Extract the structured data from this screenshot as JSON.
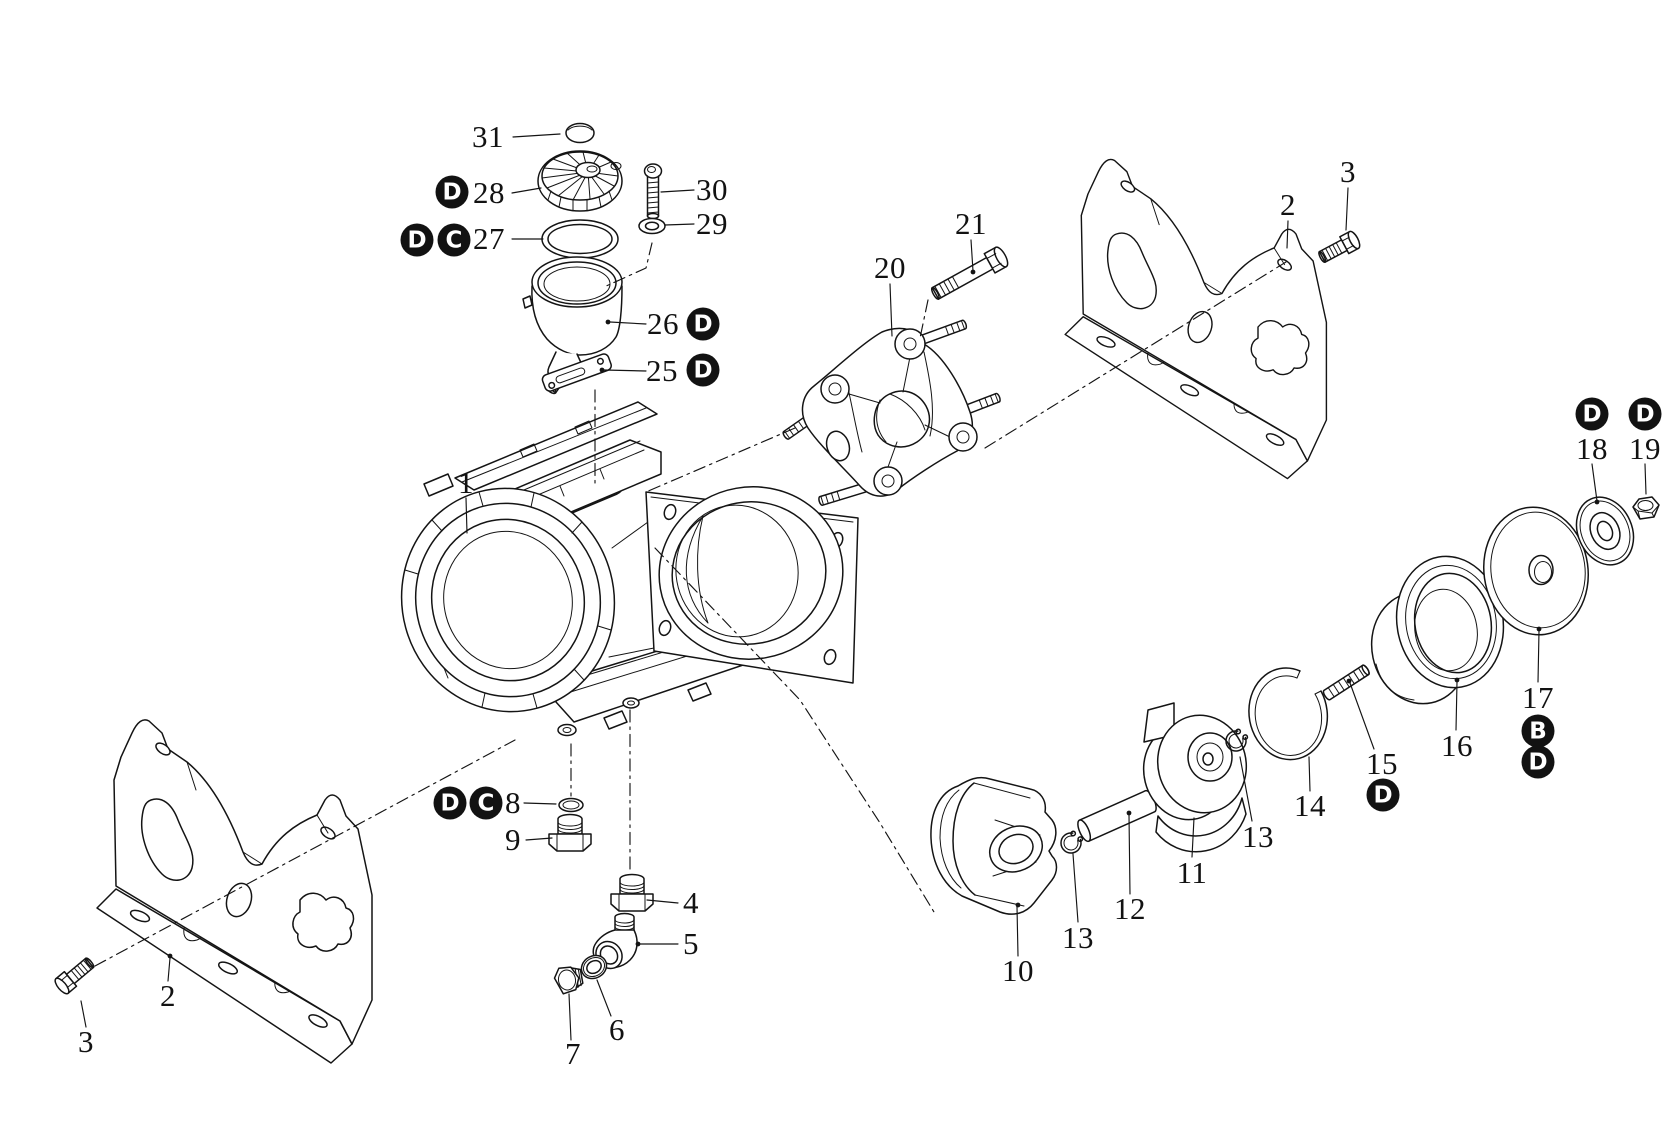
{
  "callouts": {
    "c31": "31",
    "c28": "28",
    "c27": "27",
    "c30": "30",
    "c29": "29",
    "c26": "26",
    "c25": "25",
    "c1": "1",
    "c20": "20",
    "c21": "21",
    "c2_top": "2",
    "c3_top": "3",
    "c18": "18",
    "c19": "19",
    "c17": "17",
    "c16": "16",
    "c15": "15",
    "c14": "14",
    "c13_right": "13",
    "c11": "11",
    "c12": "12",
    "c13_left": "13",
    "c10": "10",
    "c2_bottom": "2",
    "c3_bottom": "3",
    "c8": "8",
    "c9": "9",
    "c4": "4",
    "c5": "5",
    "c6": "6",
    "c7": "7"
  },
  "badges": {
    "b28_d": "D",
    "b27_d": "D",
    "b27_c": "C",
    "b26_d": "D",
    "b25_d": "D",
    "b8_d": "D",
    "b8_c": "C",
    "b18_d": "D",
    "b19_d": "D",
    "b17_b": "B",
    "b17_d": "D",
    "b15_d": "D"
  },
  "colors": {
    "line": "#141414",
    "background": "#ffffff",
    "badge_bg": "#121212",
    "badge_text": "#ffffff"
  }
}
